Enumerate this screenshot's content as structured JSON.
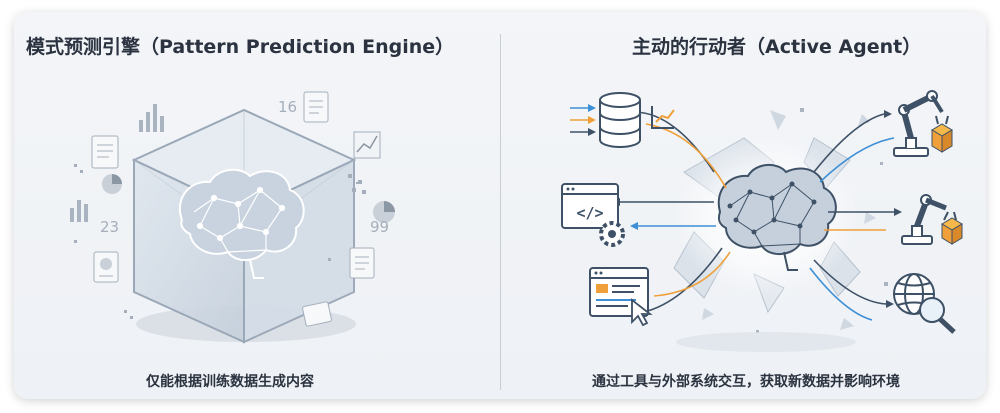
{
  "left": {
    "title": "模式预测引擎（Pattern Prediction Engine）",
    "caption": "仅能根据训练数据生成内容",
    "numbers": {
      "n16": "16",
      "n23": "23",
      "n99": "99"
    }
  },
  "right": {
    "title": "主动的行动者（Active Agent）",
    "caption": "通过工具与外部系统交互，获取新数据并影响环境",
    "code_glyph": "</>"
  },
  "colors": {
    "line": "#3e5166",
    "orange": "#f0a03a",
    "blue": "#3d8fd6",
    "paper": "#ffffff"
  }
}
